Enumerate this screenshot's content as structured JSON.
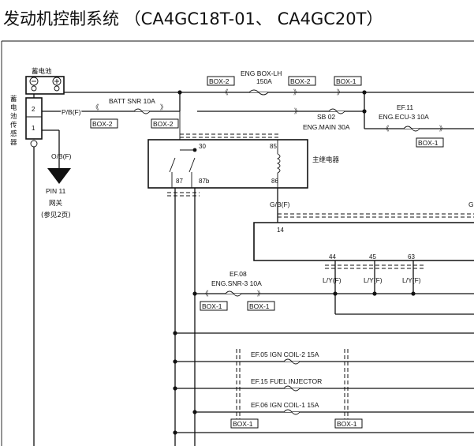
{
  "title": "发动机控制系统 （CA4GC18T-01、 CA4GC20T）",
  "battery": {
    "label": "蓄电池",
    "minus": "⊖",
    "plus": "⊕"
  },
  "sensor": {
    "label": "蓄电池传感器",
    "pin2": "2",
    "pin1": "1",
    "wire2": "P/B(F)",
    "wire1": "O/B(F)"
  },
  "ground": {
    "pin": "PIN 11",
    "name": "网关",
    "ref": "(参见2页)"
  },
  "fuses": {
    "batt_snr": "BATT SNR 10A",
    "eng_box_lh": "ENG BOX-LH",
    "eng_box_lh_amp": "150A",
    "sb02": "SB  02",
    "eng_main": "ENG.MAIN 30A",
    "ef11": "EF.11",
    "eng_ecu3": "ENG.ECU-3 10A",
    "ef08": "EF.08",
    "eng_snr3": "ENG.SNR-3 10A",
    "ef05": "EF.05  IGN COIL-2  15A",
    "ef15": "EF.15  FUEL INJECTOR",
    "ef06": "EF.06  IGN COIL-1  15A"
  },
  "boxes": {
    "box2": "BOX-2",
    "box1": "BOX-1"
  },
  "relay": {
    "name": "主继电器",
    "p30": "30",
    "p85": "85",
    "p87": "87",
    "p87b": "87b",
    "p86": "86"
  },
  "ecu": {
    "wire_gb": "G/B(F)",
    "wire_g": "G",
    "p14": "14",
    "p44": "44",
    "p45": "45",
    "p63": "63",
    "wire_ly1": "L/Y(F)",
    "wire_ly2": "L/Y(F)",
    "wire_ly3": "L/Y(F)"
  }
}
